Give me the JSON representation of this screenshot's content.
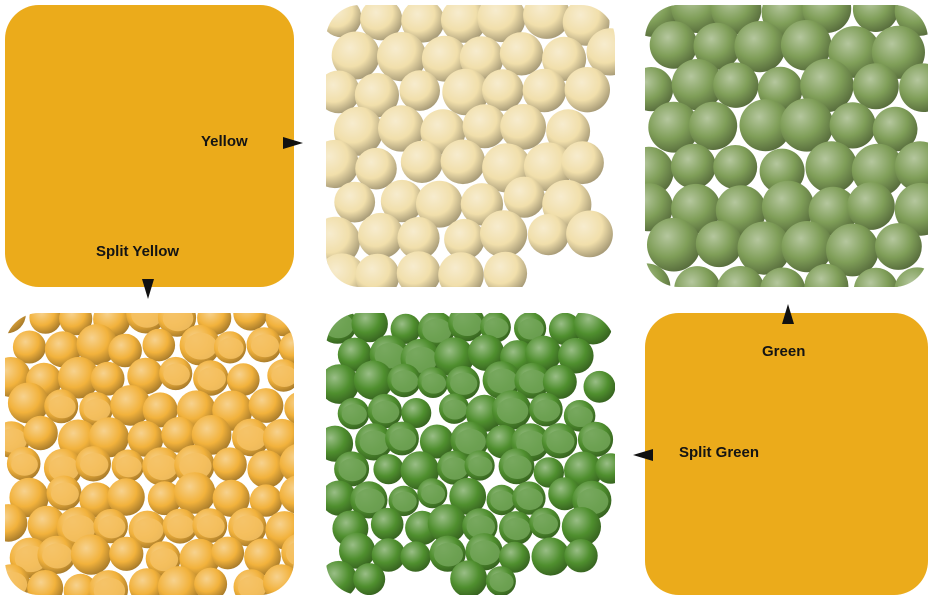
{
  "labels": {
    "yellow": "Yellow",
    "split_yellow": "Split Yellow",
    "green": "Green",
    "split_green": "Split Green"
  },
  "colors": {
    "panel": "#ebab1b",
    "arrow": "#111111",
    "yellow_pea": "#f1dfab",
    "split_yellow_pea": "#f2b23c",
    "green_pea": "#7f9e58",
    "split_green_pea": "#4f8f2e"
  },
  "icons": {
    "arrow_to_yellow": "arrow-right-icon",
    "arrow_to_split_yellow": "arrow-down-icon",
    "arrow_to_green": "arrow-up-icon",
    "arrow_to_split_green": "arrow-left-icon"
  }
}
